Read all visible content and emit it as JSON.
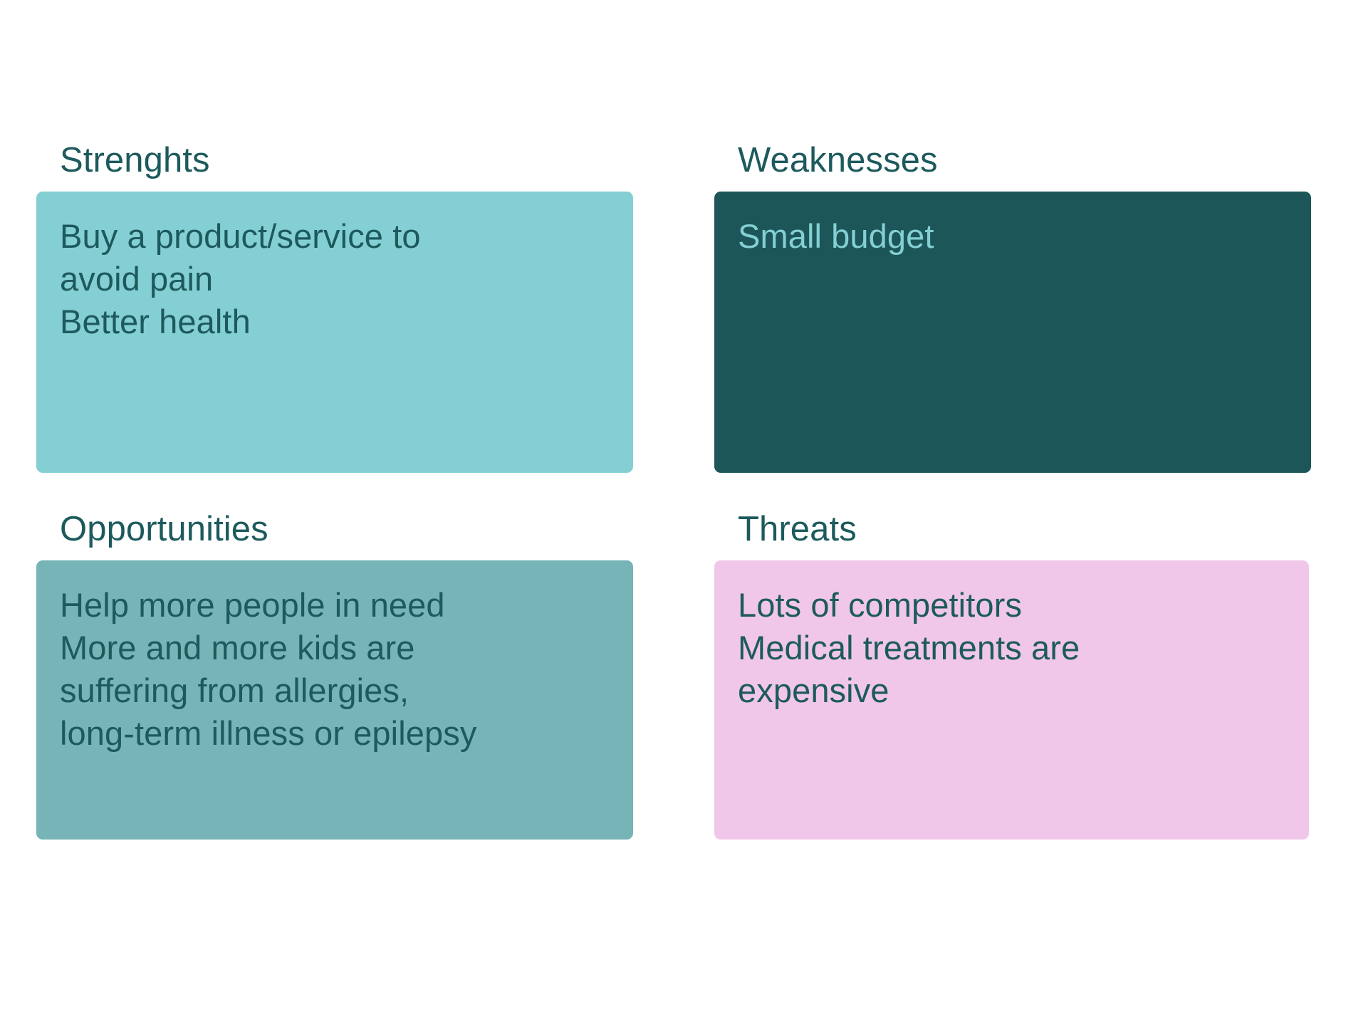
{
  "diagram": {
    "type": "swot-matrix",
    "background_color": "#ffffff",
    "heading_color": "#1d5a5d"
  },
  "quadrants": {
    "strengths": {
      "title": "Strenghts",
      "body": "Buy a product/service to\navoid pain\nBetter health",
      "box_color": "#84cfd3",
      "text_color": "#1d5a5d"
    },
    "weaknesses": {
      "title": "Weaknesses",
      "body": "Small budget",
      "box_color": "#1c5659",
      "text_color": "#84cfd3"
    },
    "opportunities": {
      "title": "Opportunities",
      "body": "Help more people in need\nMore and more kids are\nsuffering from allergies,\nlong-term illness or epilepsy",
      "box_color": "#76b4b7",
      "text_color": "#1d5a5d"
    },
    "threats": {
      "title": "Threats",
      "body": "Lots of competitors\nMedical treatments are\nexpensive",
      "box_color": "#f0c7e8",
      "text_color": "#1d5a5d"
    }
  }
}
